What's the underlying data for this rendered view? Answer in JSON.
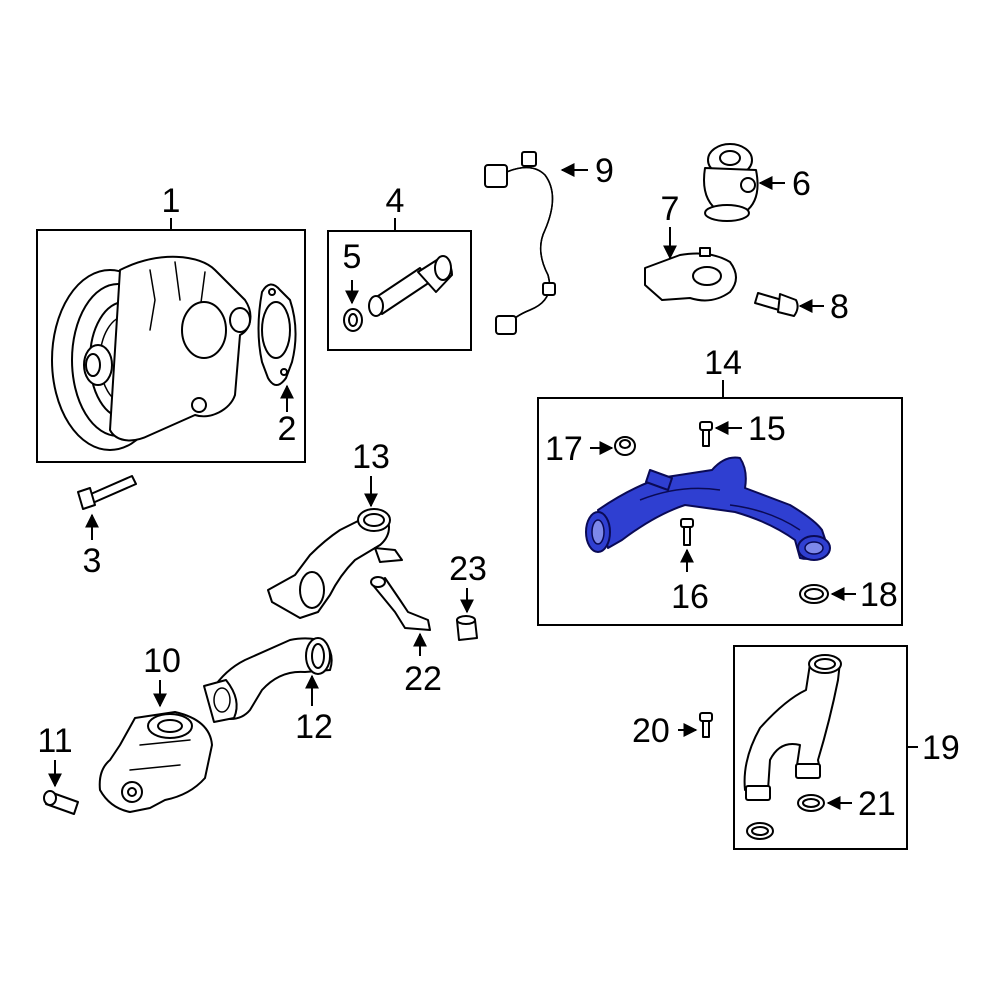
{
  "callouts": {
    "c1": "1",
    "c2": "2",
    "c3": "3",
    "c4": "4",
    "c5": "5",
    "c6": "6",
    "c7": "7",
    "c8": "8",
    "c9": "9",
    "c10": "10",
    "c11": "11",
    "c12": "12",
    "c13": "13",
    "c14": "14",
    "c15": "15",
    "c16": "16",
    "c17": "17",
    "c18": "18",
    "c19": "19",
    "c20": "20",
    "c21": "21",
    "c22": "22",
    "c23": "23"
  },
  "colors": {
    "highlight": "#2f3fd1",
    "line": "#000000",
    "background": "#ffffff"
  }
}
